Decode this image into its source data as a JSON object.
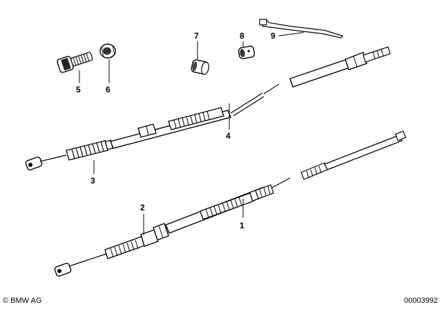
{
  "callouts": {
    "p1": "1",
    "p2": "2",
    "p3": "3",
    "p4": "4",
    "p5": "5",
    "p6": "6",
    "p7": "7",
    "p8": "8",
    "p9": "9"
  },
  "footer": {
    "copyright": "© BMW AG",
    "diagram_number": "00003992"
  }
}
